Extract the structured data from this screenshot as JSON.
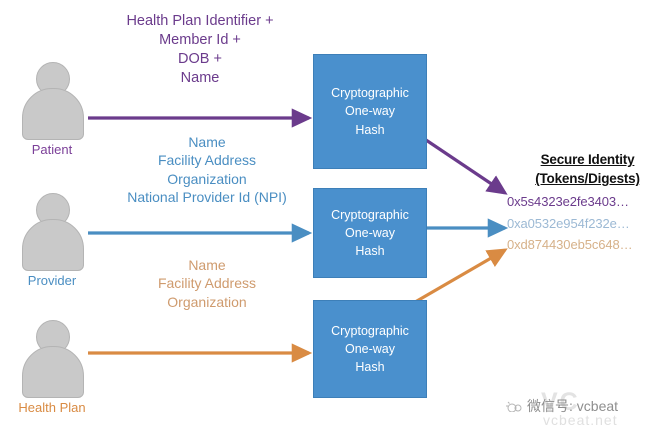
{
  "actors": [
    {
      "name": "patient",
      "label": "Patient",
      "color": "#7b3f98"
    },
    {
      "name": "provider",
      "label": "Provider",
      "color": "#4a8ec2"
    },
    {
      "name": "health-plan",
      "label": "Health Plan",
      "color": "#d98b43"
    }
  ],
  "attribute_groups": {
    "patient": {
      "lines": [
        "Health Plan Identifier +",
        "Member Id +",
        "DOB +",
        "Name"
      ],
      "color": "#6b3b8c"
    },
    "provider": {
      "lines": [
        "Name",
        "Facility Address",
        "Organization",
        "National Provider Id (NPI)"
      ],
      "color": "#4a8ec2"
    },
    "healthPlan": {
      "lines": [
        "Name",
        "Facility Address",
        "Organization"
      ],
      "color": "#cf9b6e"
    }
  },
  "hash_boxes": [
    {
      "lines": [
        "Cryptographic",
        "One-way",
        "Hash"
      ]
    },
    {
      "lines": [
        "Cryptographic",
        "One-way",
        "Hash"
      ]
    },
    {
      "lines": [
        "Cryptographic",
        "One-way",
        "Hash"
      ]
    }
  ],
  "secure_identity": {
    "title_line1": "Secure Identity",
    "title_line2": "(Tokens/Digests)",
    "tokens": [
      {
        "value": "0x5s4323e2fe3403…",
        "color": "#6b3b8c"
      },
      {
        "value": "0xa0532e954f232e…",
        "color": "#9cb9d4"
      },
      {
        "value": "0xd874430eb5c648…",
        "color": "#d6b189"
      }
    ]
  },
  "arrows": {
    "patient_to_hash": {
      "color": "#7b3f98"
    },
    "provider_to_hash": {
      "color": "#4a8ec2"
    },
    "healthplan_to_hash": {
      "color": "#d98b43"
    },
    "hash1_to_token": {
      "color": "#7b3f98"
    },
    "hash2_to_token": {
      "color": "#4a8ec2"
    },
    "hash3_to_token": {
      "color": "#d98b43"
    }
  },
  "watermark": {
    "text": "微信号: vcbeat",
    "logo": "VC",
    "site": "vcbeat.net"
  },
  "colors": {
    "box_fill": "#4a90cd",
    "box_border": "#3d7fb8",
    "figure": "#c9c9c9"
  }
}
